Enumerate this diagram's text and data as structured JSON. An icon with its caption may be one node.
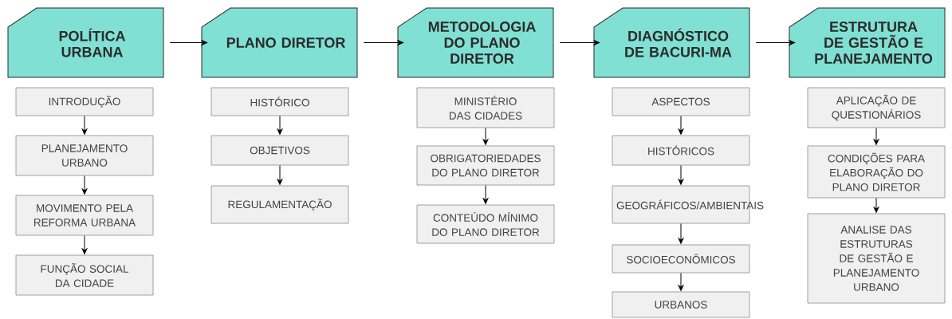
{
  "diagram": {
    "nodes": [
      {
        "text": [
          "POLÍTICA URBANA"
        ]
      },
      {
        "text": [
          "PLANO DIRETOR"
        ]
      },
      {
        "text": [
          "METODOLOGIA DO PLANO DIRETOR"
        ]
      },
      {
        "text": [
          "DIAGNÓSTICO DE BACURI-MA"
        ]
      },
      {
        "text": [
          "ESTRUTURA DE GESTÃO E PLANEJAMENTO"
        ]
      },
      {
        "text": [
          "INTRODUÇÃO"
        ]
      },
      {
        "text": [
          "PLANEJAMENTO URBANO"
        ]
      },
      {
        "text": [
          "MOVIMENTO PELA REFORMA URBANA"
        ]
      },
      {
        "text": [
          "FUNÇÃO SOCIAL DA CIDADE"
        ]
      },
      {
        "text": [
          "HISTÓRICO"
        ]
      },
      {
        "text": [
          "OBJETIVOS"
        ]
      },
      {
        "text": [
          "REGULAMENTAÇÃO"
        ]
      },
      {
        "text": [
          "MINISTÉRIO DAS CIDADES"
        ]
      },
      {
        "text": [
          "OBRIGATORIEDADES DO PLANO DIRETOR"
        ]
      },
      {
        "text": [
          "CONTEÚDO MÍNIMO DO PLANO DIRETOR"
        ]
      },
      {
        "text": [
          "ASPECTOS"
        ]
      },
      {
        "text": [
          "HISTÓRICOS"
        ]
      },
      {
        "text": [
          "GEOGRÁFICOS/AMBIENTAIS"
        ]
      },
      {
        "text": [
          "SOCIOECONÔMICOS"
        ]
      },
      {
        "text": [
          "URBANOS"
        ]
      },
      {
        "text": [
          "APLICAÇÃO DE QUESTIONÁRIOS"
        ]
      },
      {
        "text": [
          "CONDIÇÕES PARA ELABORAÇÃO DO PLANO DIRETOR"
        ]
      },
      {
        "text": [
          "ANALISE DAS ESTRUTURAS DE GESTÃO E PLANEJAMENTO URBANO"
        ]
      }
    ],
    "edges": [
      {
        "from": 0,
        "to": 1,
        "arrow": "to"
      },
      {
        "from": 1,
        "to": 2,
        "arrow": "to"
      },
      {
        "from": 2,
        "to": 3,
        "arrow": "to"
      },
      {
        "from": 3,
        "to": 4,
        "arrow": "to"
      },
      {
        "from": 5,
        "to": 6,
        "arrow": "to"
      },
      {
        "from": 6,
        "to": 7,
        "arrow": "to"
      },
      {
        "from": 7,
        "to": 8,
        "arrow": "to"
      },
      {
        "from": 9,
        "to": 10,
        "arrow": "to"
      },
      {
        "from": 10,
        "to": 11,
        "arrow": "to"
      },
      {
        "from": 12,
        "to": 13,
        "arrow": "to"
      },
      {
        "from": 13,
        "to": 14,
        "arrow": "to"
      },
      {
        "from": 15,
        "to": 16,
        "arrow": "to"
      },
      {
        "from": 16,
        "to": 17,
        "arrow": "to"
      },
      {
        "from": 17,
        "to": 18,
        "arrow": "to"
      },
      {
        "from": 18,
        "to": 19,
        "arrow": "to"
      },
      {
        "from": 20,
        "to": 21,
        "arrow": "to"
      },
      {
        "from": 21,
        "to": 22,
        "arrow": "to"
      }
    ]
  }
}
